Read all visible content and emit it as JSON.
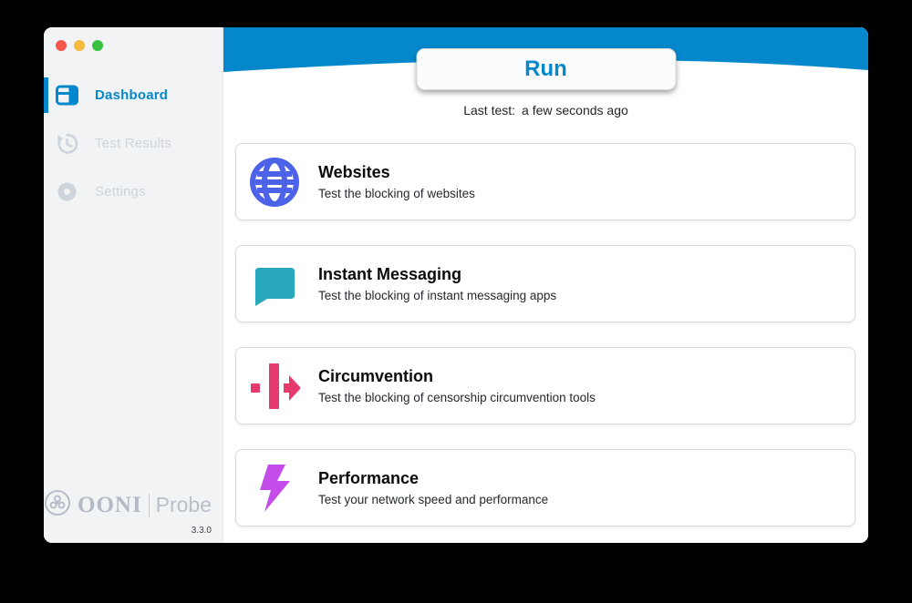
{
  "app": {
    "brand": "OONI",
    "product": "Probe",
    "version": "3.3.0"
  },
  "colors": {
    "brand_blue": "#0588CB",
    "sidebar_bg": "#f1f3f5",
    "inactive_gray": "#ced4db",
    "traffic_red": "#f5574e",
    "traffic_yellow": "#f4bb40",
    "traffic_green": "#3ac142",
    "websites_icon": "#4c62e9",
    "instant_messaging_icon": "#28a8bd",
    "circumvention_icon": "#e73a6c",
    "performance_icon": "#c44ce9"
  },
  "sidebar": {
    "items": [
      {
        "label": "Dashboard",
        "active": true
      },
      {
        "label": "Test Results",
        "active": false
      },
      {
        "label": "Settings",
        "active": false
      }
    ]
  },
  "header": {
    "run_label": "Run",
    "last_test_label": "Last test:",
    "last_test_value": "a few seconds ago"
  },
  "cards": [
    {
      "title": "Websites",
      "subtitle": "Test the blocking of websites"
    },
    {
      "title": "Instant Messaging",
      "subtitle": "Test the blocking of instant messaging apps"
    },
    {
      "title": "Circumvention",
      "subtitle": "Test the blocking of censorship circumvention tools"
    },
    {
      "title": "Performance",
      "subtitle": "Test your network speed and performance"
    }
  ]
}
